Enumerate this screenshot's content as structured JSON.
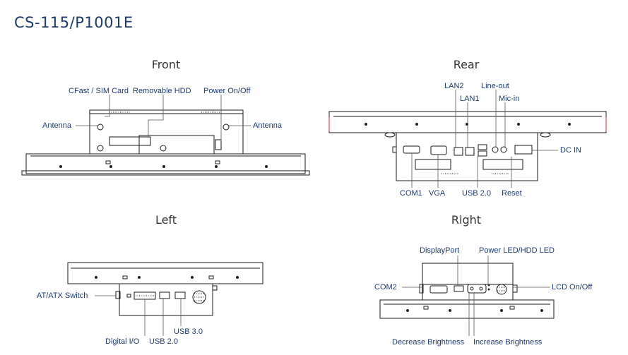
{
  "title": "CS-115/P1001E",
  "views": {
    "front": {
      "title": "Front",
      "labels": {
        "cfast": "CFast / SIM Card",
        "hdd": "Removable HDD",
        "power": "Power On/Off",
        "antenna_left": "Antenna",
        "antenna_right": "Antenna"
      }
    },
    "rear": {
      "title": "Rear",
      "labels": {
        "lan2": "LAN2",
        "lan1": "LAN1",
        "lineout": "Line-out",
        "micin": "Mic-in",
        "dcin": "DC IN",
        "com1": "COM1",
        "vga": "VGA",
        "usb20": "USB 2.0",
        "reset": "Reset"
      }
    },
    "left": {
      "title": "Left",
      "labels": {
        "atatx": "AT/ATX Switch",
        "dio": "Digital I/O",
        "usb20": "USB 2.0",
        "usb30": "USB 3.0"
      }
    },
    "right": {
      "title": "Right",
      "labels": {
        "displayport": "DisplayPort",
        "powerled": "Power LED/HDD LED",
        "com2": "COM2",
        "lcd": "LCD On/Off",
        "decbright": "Decrease Brightness",
        "incbright": "Increase Brightness"
      }
    }
  }
}
